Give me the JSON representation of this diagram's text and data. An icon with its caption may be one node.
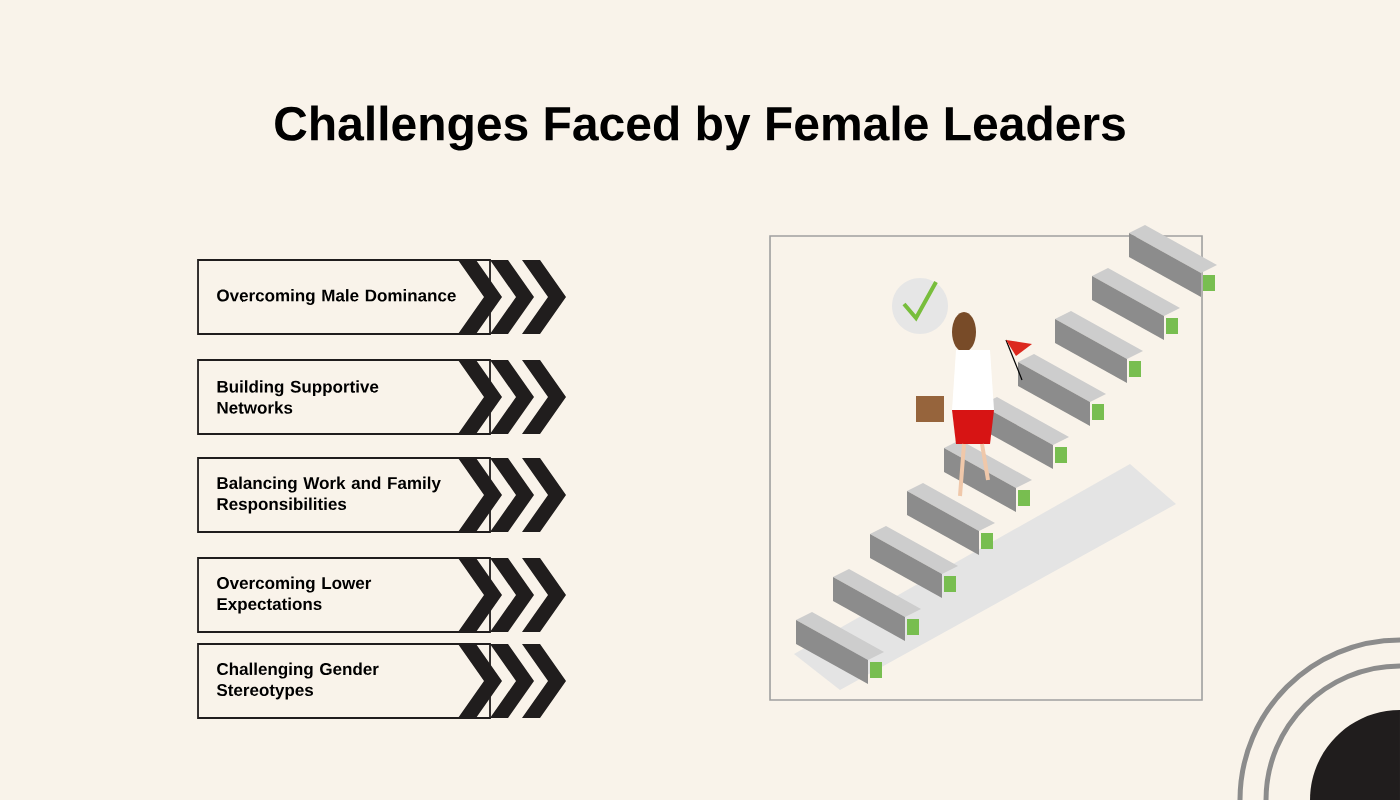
{
  "diagram": {
    "title": "Challenges Faced by Female Leaders",
    "nodes": [
      {
        "text": [
          "Overcoming Male Dominance"
        ]
      },
      {
        "text": [
          "Building Supportive Networks"
        ]
      },
      {
        "text": [
          "Balancing Work and Family Responsibilities"
        ]
      },
      {
        "text": [
          "Overcoming Lower Expectations"
        ]
      },
      {
        "text": [
          "Challenging Gender Stereotypes"
        ]
      }
    ],
    "edges": []
  }
}
